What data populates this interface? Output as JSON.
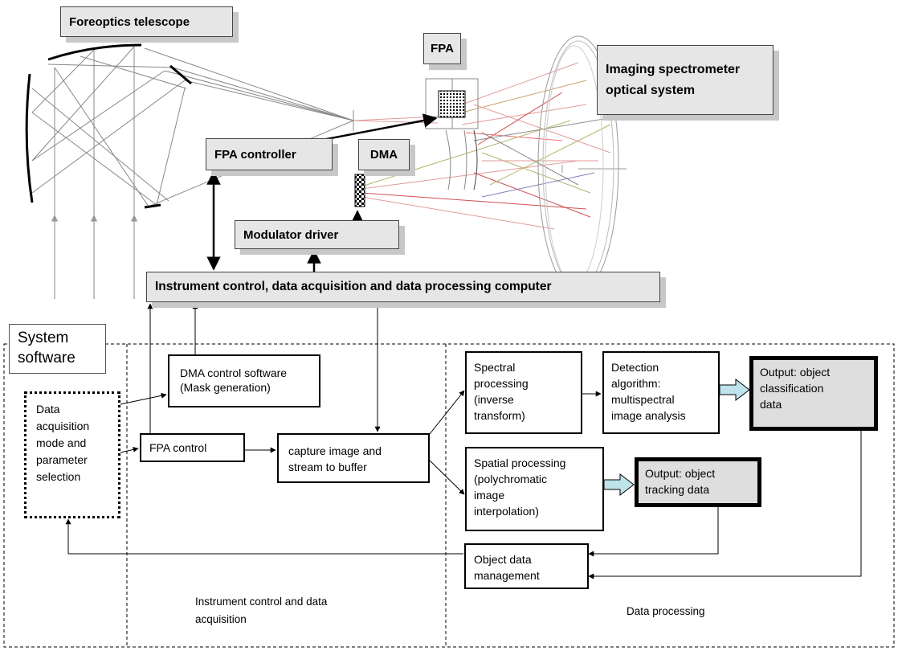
{
  "optics": {
    "foreoptics_label": "Foreoptics telescope",
    "fpa_label": "FPA",
    "spectrometer_label": "Imaging spectrometer\n optical system",
    "fpa_controller_label": "FPA controller",
    "dma_label": "DMA",
    "modulator_label": "Modulator driver",
    "computer_label": "Instrument control, data acquisition and data processing computer"
  },
  "software": {
    "system_label": "System\nsoftware",
    "dma_control": "DMA control software\n(Mask generation)",
    "data_acq_mode": "Data\nacquisition\nmode and\nparameter\nselection",
    "fpa_control": "FPA control",
    "capture": "capture image and\nstream to buffer",
    "spectral": "Spectral\nprocessing\n(inverse\ntransform)",
    "detection": "Detection\nalgorithm:\nmultispectral\nimage analysis",
    "output_classification": "Output: object\nclassification\ndata",
    "spatial": "Spatial processing\n(polychromatic\nimage\ninterpolation)",
    "output_tracking": "Output: object\ntracking data",
    "object_data": "Object data\nmanagement",
    "section_instrument": "Instrument control and data\nacquisition",
    "section_processing": "Data processing"
  }
}
